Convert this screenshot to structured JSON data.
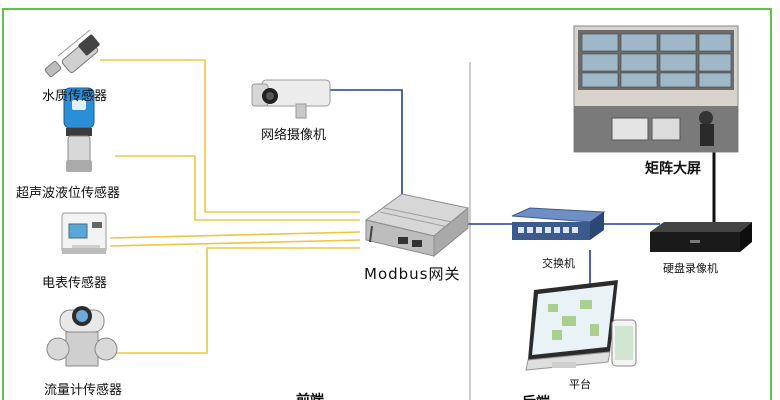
{
  "labels": {
    "water_quality_sensor": "水质传感器",
    "ultrasonic_level_sensor": "超声波液位传感器",
    "meter_sensor": "电表传感器",
    "flowmeter_sensor": "流量计传感器",
    "network_camera": "网络摄像机",
    "modbus_gateway": "Modbus网关",
    "switch": "交换机",
    "matrix_screen": "矩阵大屏",
    "dvr": "硬盘录像机",
    "platform": "平台",
    "front_end": "前端",
    "back_end": "后端"
  },
  "colors": {
    "frame_border": "#62c14a",
    "sensor_wire": "#f0c540",
    "network_wire": "#1f3f9a",
    "divider": "#9a9a9a"
  }
}
